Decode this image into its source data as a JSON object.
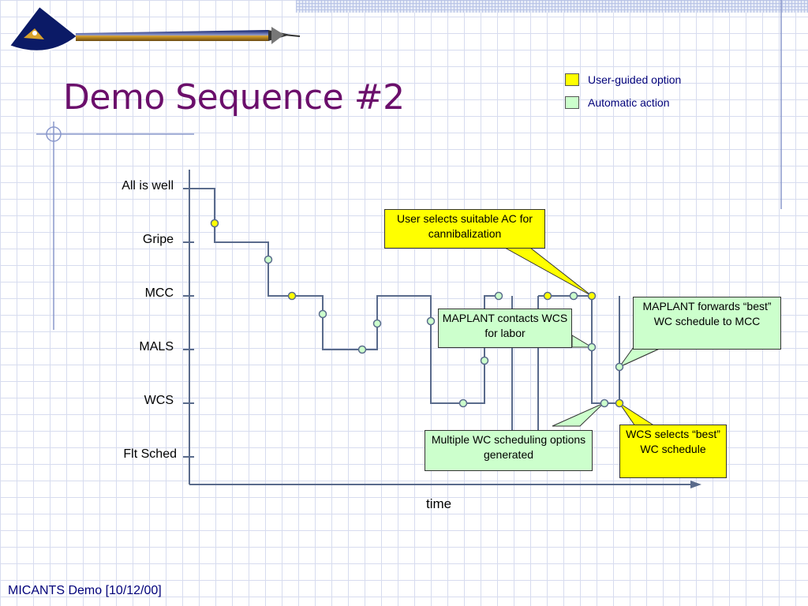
{
  "title": "Demo Sequence #2",
  "legend": {
    "user": {
      "label": "User-guided option",
      "color": "#ffff00"
    },
    "auto": {
      "label": "Automatic action",
      "color": "#ccffcc"
    }
  },
  "levels": [
    "All is well",
    "Gripe",
    "MCC",
    "MALS",
    "WCS",
    "Flt Sched"
  ],
  "time_label": "time",
  "callouts": {
    "user_selects": "User selects suitable AC for cannibalization",
    "maplant_contacts": "MAPLANT contacts WCS for labor",
    "maplant_forwards": "MAPLANT forwards “best” WC schedule to MCC",
    "multiple_wc": "Multiple WC scheduling options generated",
    "wcs_selects": "WCS selects “best” WC schedule"
  },
  "footer": "MICANTS Demo [10/12/00]",
  "colors": {
    "line": "#5a6b8c",
    "title": "#6b0f6b",
    "footer": "#00007a",
    "user_dot": "#ffff00",
    "auto_dot": "#ccffcc"
  }
}
